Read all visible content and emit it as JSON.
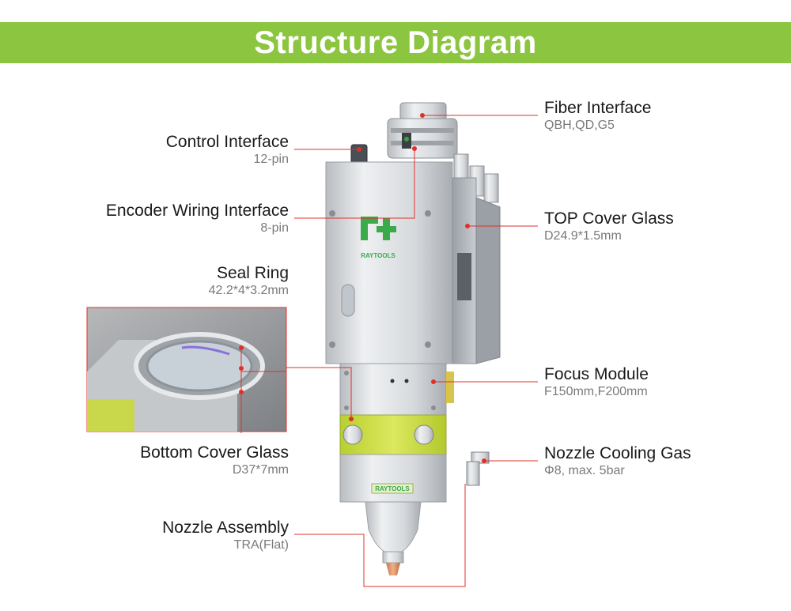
{
  "title": "Structure Diagram",
  "brand": "RAYTOOLS",
  "labels": {
    "control": {
      "title": "Control Interface",
      "sub": "12-pin"
    },
    "encoder": {
      "title": "Encoder Wiring Interface",
      "sub": "8-pin"
    },
    "seal": {
      "title": "Seal Ring",
      "sub": "42.2*4*3.2mm"
    },
    "bottom": {
      "title": "Bottom Cover Glass",
      "sub": "D37*7mm"
    },
    "nozzle": {
      "title": "Nozzle Assembly",
      "sub": "TRA(Flat)"
    },
    "fiber": {
      "title": "Fiber Interface",
      "sub": "QBH,QD,G5"
    },
    "top": {
      "title": "TOP Cover Glass",
      "sub": "D24.9*1.5mm"
    },
    "focus": {
      "title": "Focus Module",
      "sub": "F150mm,F200mm"
    },
    "cooling": {
      "title": "Nozzle Cooling Gas",
      "sub": "Φ8, max. 5bar"
    }
  },
  "colors": {
    "banner": "#8cc540",
    "leader": "#e0302a",
    "accent": "#c8d84a"
  }
}
